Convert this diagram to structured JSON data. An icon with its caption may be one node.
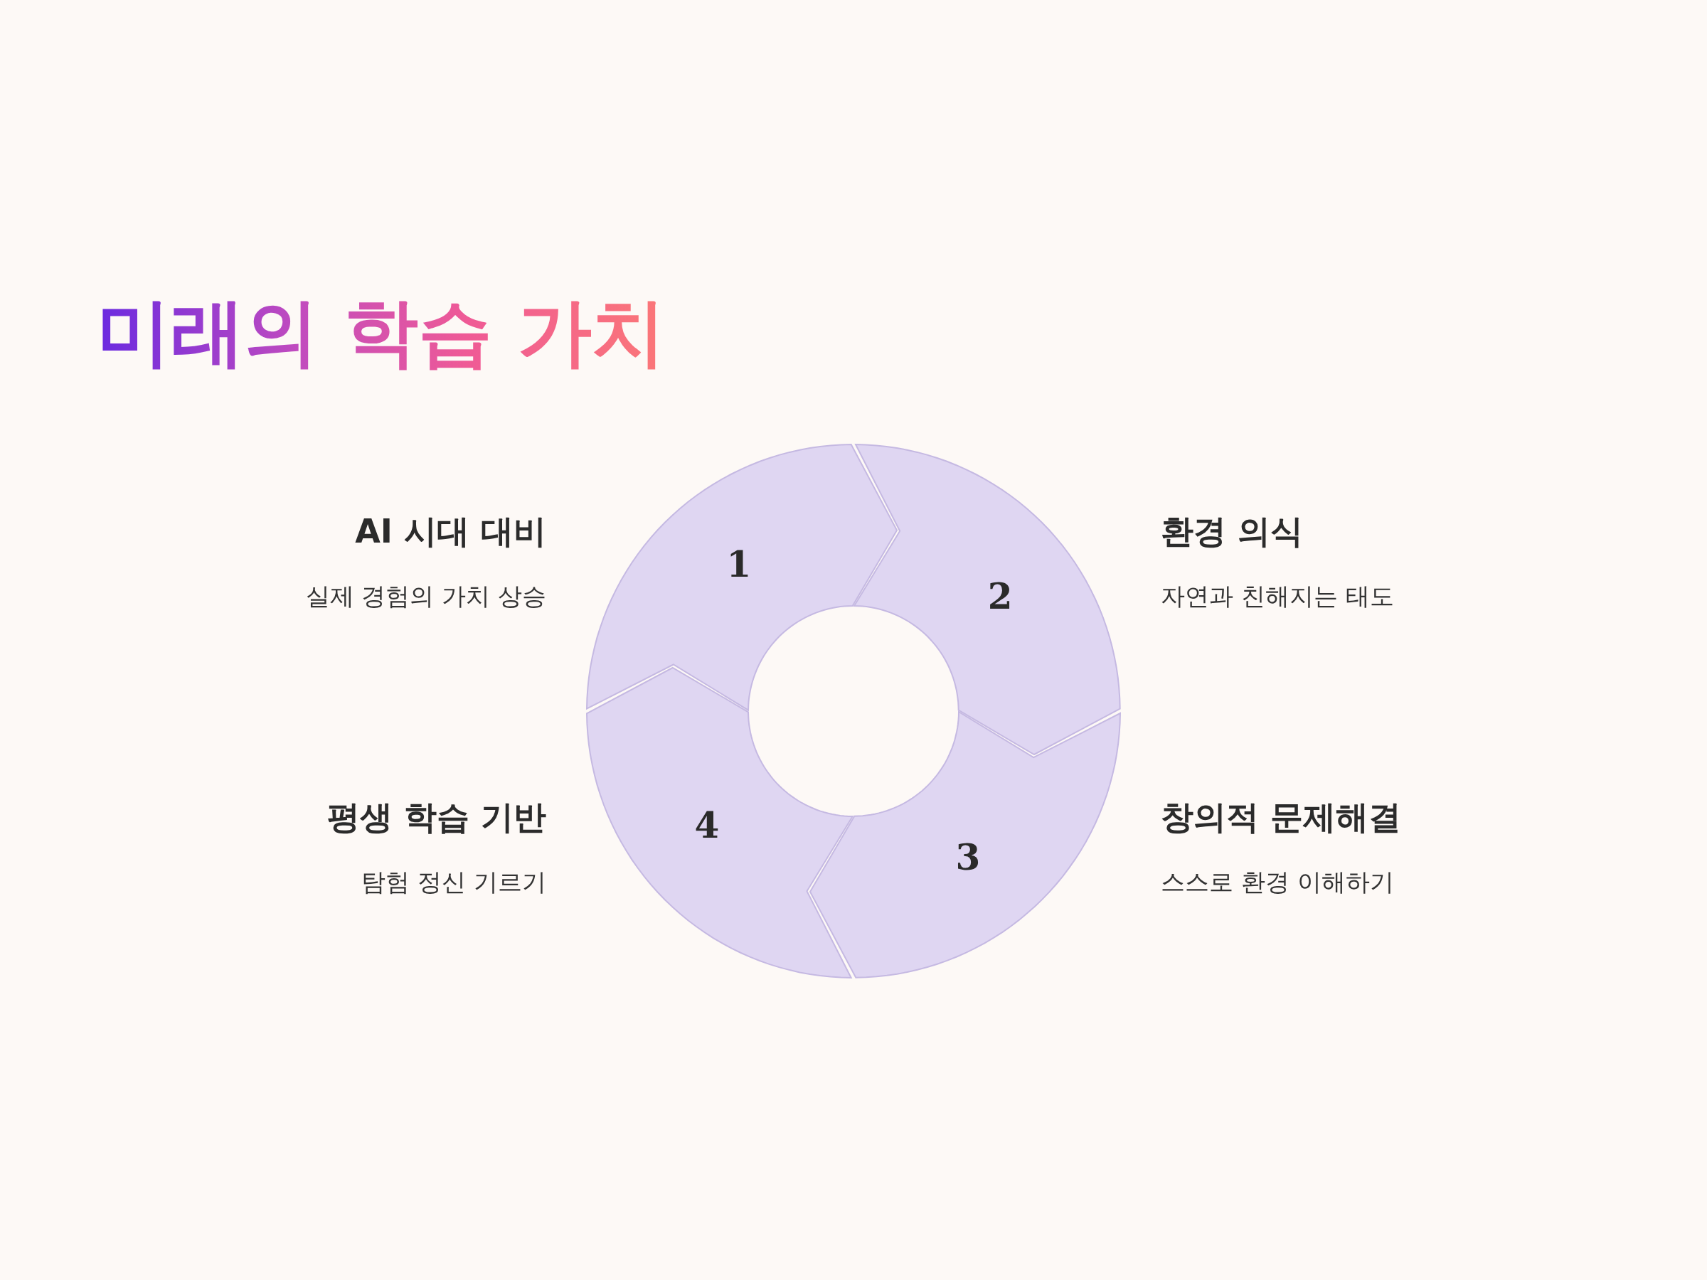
{
  "diagram": {
    "title": "미래의 학습 가치",
    "nodes": [
      {
        "text": [
          "1"
        ],
        "beside": [
          "AI 시대 대비",
          "실제 경험의 가치 상승"
        ]
      },
      {
        "text": [
          "2"
        ],
        "beside": [
          "환경 의식",
          "자연과 친해지는 태도"
        ]
      },
      {
        "text": [
          "3"
        ],
        "beside": [
          "창의적 문제해결",
          "스스로 환경 이해하기"
        ]
      },
      {
        "text": [
          "4"
        ],
        "beside": [
          "평생 학습 기반",
          "탐험 정신 기르기"
        ]
      }
    ]
  }
}
